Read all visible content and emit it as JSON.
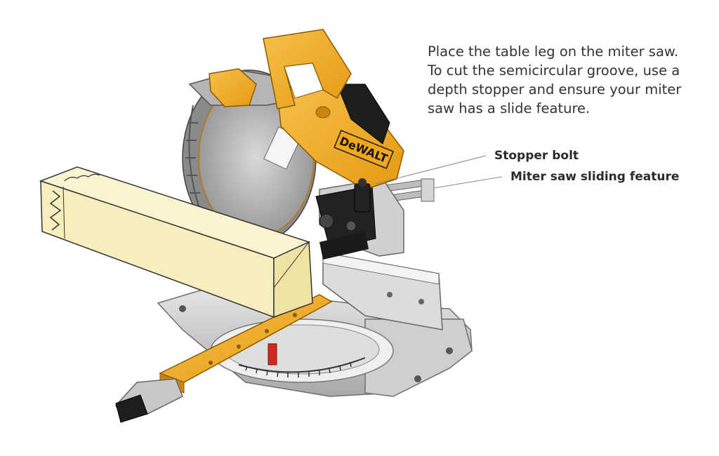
{
  "instructions": {
    "lines": [
      "Place the table leg on the miter saw.",
      "To cut the semicircular groove, use a",
      "depth stopper and ensure your miter",
      "saw has a slide feature."
    ]
  },
  "callouts": {
    "stopper_bolt": "Stopper bolt",
    "sliding_feature": "Miter saw sliding feature"
  },
  "brand": "DeWALT",
  "colors": {
    "accent_yellow": "#f2a81d",
    "wood": "#f7eebd",
    "metal": "#bdbdbd",
    "dark": "#1e1e1e",
    "red_pointer": "#d22a20"
  }
}
